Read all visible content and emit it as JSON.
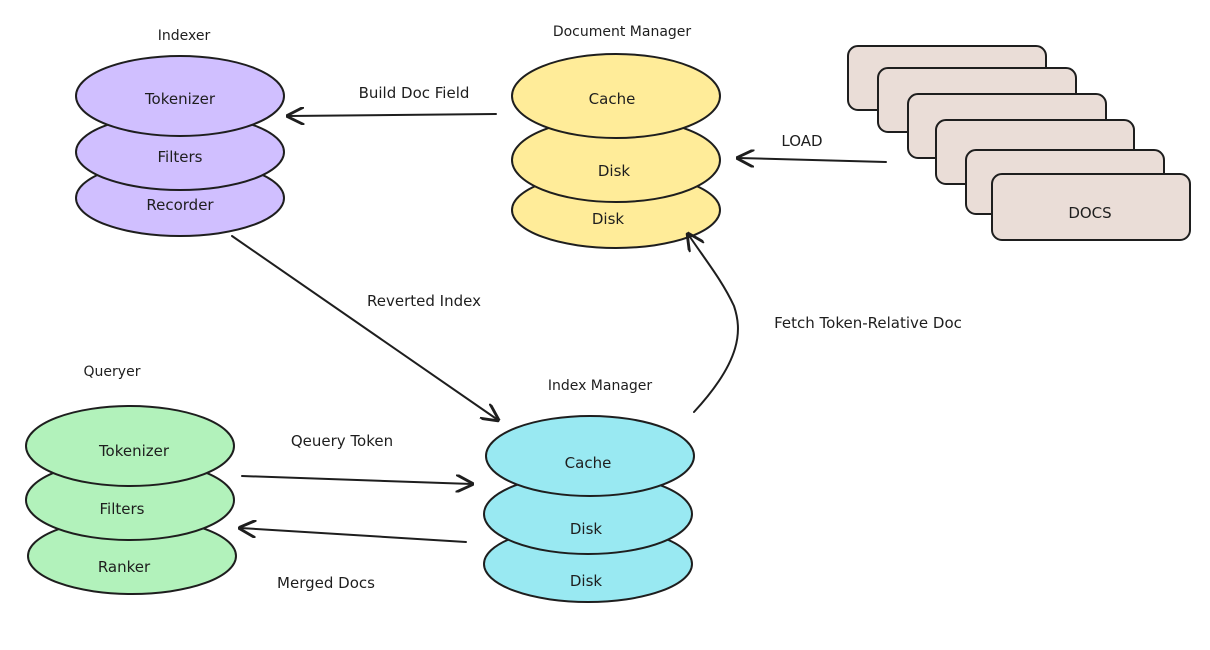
{
  "colors": {
    "indexer": "#d0bfff",
    "document_manager": "#ffec99",
    "queryer": "#b2f2bb",
    "index_manager": "#99e9f2",
    "docs": "#eaddd7",
    "stroke": "#1e1e1e"
  },
  "indexer": {
    "title": "Indexer",
    "layers": [
      "Tokenizer",
      "Filters",
      "Recorder"
    ]
  },
  "document_manager": {
    "title": "Document Manager",
    "layers": [
      "Cache",
      "Disk",
      "Disk"
    ]
  },
  "queryer": {
    "title": "Queryer",
    "layers": [
      "Tokenizer",
      "Filters",
      "Ranker"
    ]
  },
  "index_manager": {
    "title": "Index Manager",
    "layers": [
      "Cache",
      "Disk",
      "Disk"
    ]
  },
  "docs": {
    "label": "DOCS"
  },
  "edges": {
    "build_doc_field": "Build Doc Field",
    "load": "LOAD",
    "reverted_index": "Reverted Index",
    "fetch_token_relative_doc": "Fetch Token-Relative Doc",
    "query_token": "Qeuery Token",
    "merged_docs": "Merged Docs"
  }
}
